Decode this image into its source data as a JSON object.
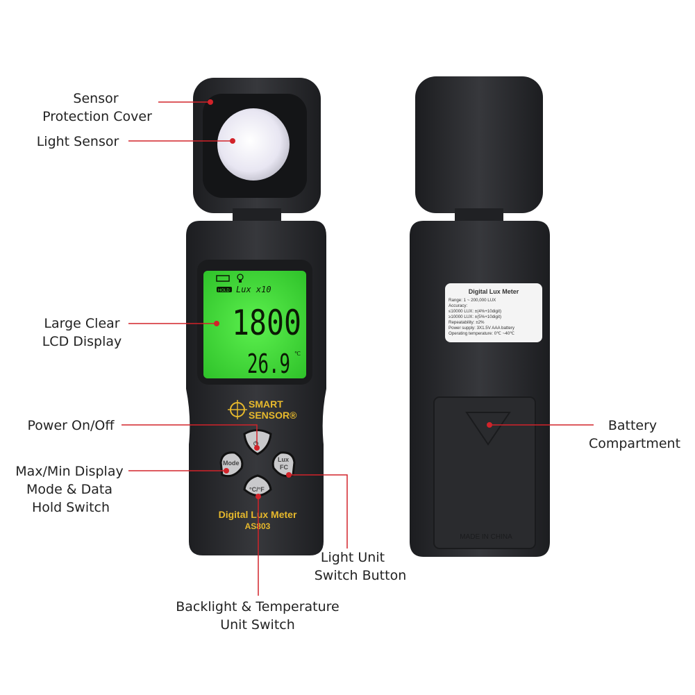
{
  "colors": {
    "callout_line": "#d2232a",
    "lcd_backlight": "#3ee03a",
    "device_body": "#2b2c2f",
    "brand_text": "#e7b92c"
  },
  "callouts": {
    "sensor_cover": [
      "Sensor",
      "Protection Cover"
    ],
    "light_sensor": [
      "Light Sensor"
    ],
    "lcd": [
      "Large Clear",
      "LCD Display"
    ],
    "power": [
      "Power On/Off"
    ],
    "mode": [
      "Max/Min Display",
      "Mode & Data",
      "Hold Switch"
    ],
    "light_unit": [
      "Light Unit",
      "Switch Button"
    ],
    "backlight": [
      "Backlight & Temperature",
      "Unit Switch"
    ],
    "battery": [
      "Battery",
      "Compartment"
    ]
  },
  "front": {
    "lcd": {
      "hold": "HOLD",
      "unit": "Lux x10",
      "reading": "1800",
      "temperature": "26.9",
      "temp_unit": "℃"
    },
    "brand": [
      "SMART",
      "SENSOR®"
    ],
    "buttons": {
      "power": "⏻",
      "mode": "Mode",
      "lux": [
        "Lux",
        "FC"
      ],
      "temp": "°C/°F"
    },
    "product_name": "Digital Lux Meter",
    "model": "AS803"
  },
  "back": {
    "label": {
      "title": "Digital Lux Meter",
      "lines": [
        "Range: 1 ~ 200,000 LUX",
        "Accuracy:",
        "≤10000 LUX: ±(4%+10digit)",
        "≥10000 LUX: ±(5%+10digit)",
        "Repeatability: ±2%",
        "Power supply: 3X1.5V AAA battery",
        "Operating temperature: 0℃ ~40℃"
      ]
    },
    "made_in": "MADE IN CHINA"
  }
}
